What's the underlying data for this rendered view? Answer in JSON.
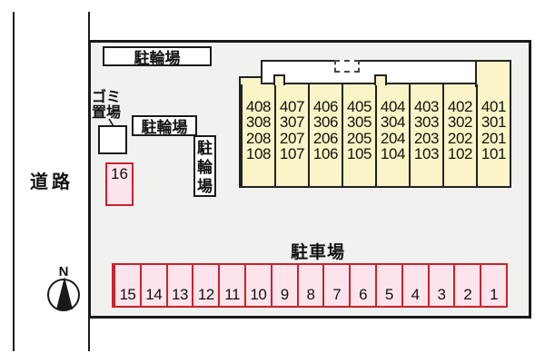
{
  "labels": {
    "road": "道路",
    "bicycle_parking_top": "駐輪場",
    "bicycle_parking_mid": "駐輪場",
    "bicycle_parking_side": "駐輪場",
    "garbage_line1": "ゴミ",
    "garbage_line2": "置場",
    "space_16": "16",
    "parking_lot": "駐車場",
    "compass_north": "N"
  },
  "building": {
    "columns": [
      {
        "units": [
          "408",
          "308",
          "208",
          "108"
        ]
      },
      {
        "units": [
          "407",
          "307",
          "207",
          "107"
        ]
      },
      {
        "units": [
          "406",
          "306",
          "206",
          "106"
        ]
      },
      {
        "units": [
          "405",
          "305",
          "205",
          "105"
        ]
      },
      {
        "units": [
          "404",
          "304",
          "204",
          "104"
        ]
      },
      {
        "units": [
          "403",
          "303",
          "203",
          "103"
        ]
      },
      {
        "units": [
          "402",
          "302",
          "202",
          "102"
        ]
      },
      {
        "units": [
          "401",
          "301",
          "201",
          "101"
        ]
      }
    ]
  },
  "parking": {
    "spaces": [
      "15",
      "14",
      "13",
      "12",
      "11",
      "10",
      "9",
      "8",
      "7",
      "6",
      "5",
      "4",
      "3",
      "2",
      "1"
    ]
  },
  "colors": {
    "line": "#1a1a1a",
    "building_line": "#222222",
    "site_fill": "#f1f1f0",
    "building_fill": "#faf5c6",
    "parking_fill": "#fde4ec",
    "parking_border": "#cb2229",
    "box_fill": "#ffffff"
  }
}
